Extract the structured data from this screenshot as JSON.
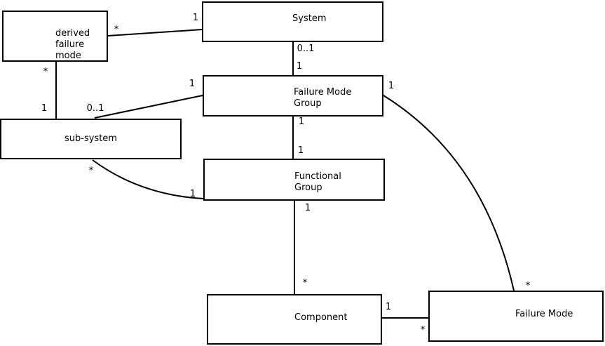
{
  "diagram": {
    "type": "class-diagram",
    "nodes": [
      {
        "id": "derived-failure-mode",
        "label": "derived\nfailure\nmode"
      },
      {
        "id": "system",
        "label": "System"
      },
      {
        "id": "failure-mode-group",
        "label": "Failure Mode\nGroup"
      },
      {
        "id": "sub-system",
        "label": "sub-system"
      },
      {
        "id": "functional-group",
        "label": "Functional\nGroup"
      },
      {
        "id": "component",
        "label": "Component"
      },
      {
        "id": "failure-mode",
        "label": "Failure Mode"
      }
    ],
    "multiplicity_labels": [
      {
        "relation": "system to derived failure mode",
        "end": "derived-failure-mode",
        "text": "*"
      },
      {
        "relation": "system to derived failure mode",
        "end": "system",
        "text": "1"
      },
      {
        "relation": "derived failure mode to sub-system",
        "end": "derived-failure-mode",
        "text": "*"
      },
      {
        "relation": "derived failure mode to sub-system",
        "end": "sub-system",
        "text": "1"
      },
      {
        "relation": "sub-system to failure mode group",
        "end": "sub-system",
        "text": "0..1"
      },
      {
        "relation": "sub-system to failure mode group",
        "end": "failure-mode-group",
        "text": "1"
      },
      {
        "relation": "system to failure mode group",
        "end": "system",
        "text": "0..1"
      },
      {
        "relation": "system to failure mode group",
        "end": "failure-mode-group",
        "text": "1"
      },
      {
        "relation": "failure mode group to functional group",
        "end": "failure-mode-group",
        "text": "1"
      },
      {
        "relation": "failure mode group to functional group",
        "end": "functional-group",
        "text": "1"
      },
      {
        "relation": "sub-system to functional group",
        "end": "sub-system",
        "text": "*"
      },
      {
        "relation": "sub-system to functional group",
        "end": "functional-group",
        "text": "1"
      },
      {
        "relation": "functional group to component",
        "end": "functional-group",
        "text": "1"
      },
      {
        "relation": "functional group to component",
        "end": "component",
        "text": "*"
      },
      {
        "relation": "component to failure mode",
        "end": "component",
        "text": "1"
      },
      {
        "relation": "component to failure mode",
        "end": "failure-mode",
        "text": "*"
      },
      {
        "relation": "failure mode group to failure mode",
        "end": "failure-mode-group",
        "text": "1"
      },
      {
        "relation": "failure mode group to failure mode",
        "end": "failure-mode",
        "text": "*"
      }
    ],
    "colors": {
      "line": "#000000",
      "text": "#000000",
      "background": "#ffffff"
    }
  }
}
